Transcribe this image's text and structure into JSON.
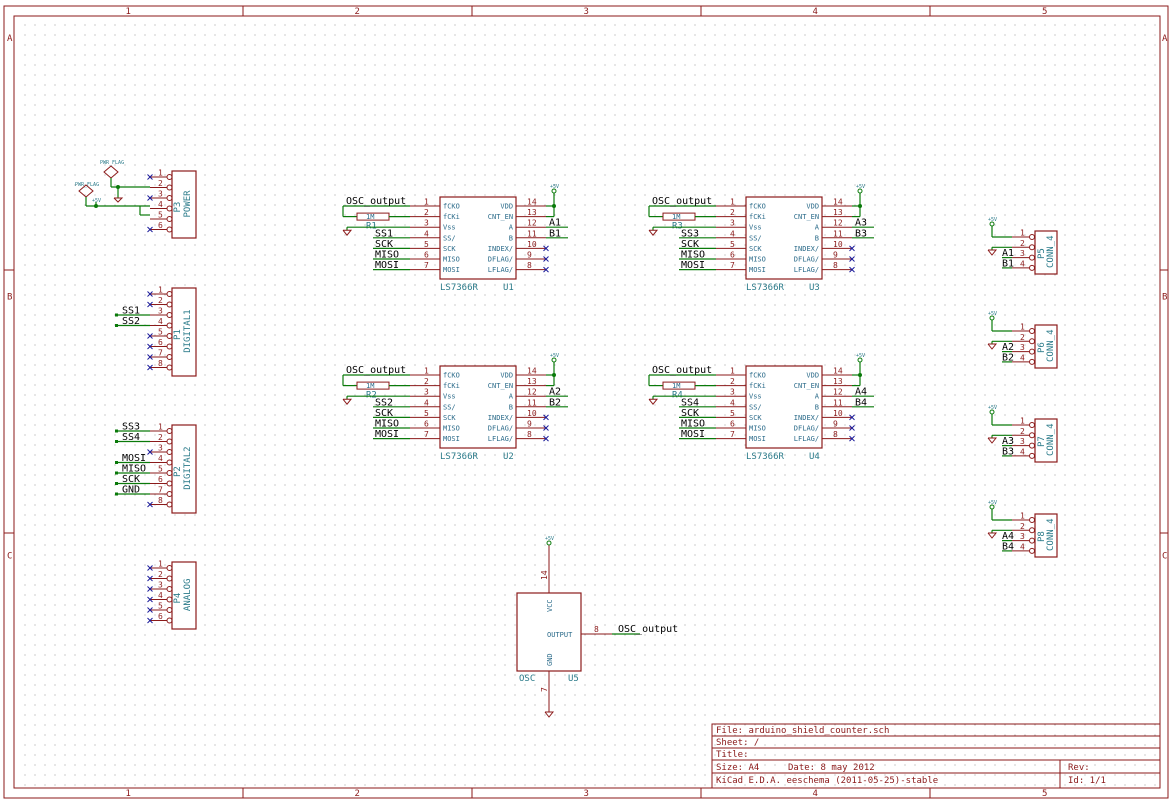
{
  "frame": {
    "columns": [
      "1",
      "2",
      "3",
      "4",
      "5"
    ],
    "rows": [
      "A",
      "B",
      "C"
    ]
  },
  "power_symbols": {
    "pwr_flag": "PWR_FLAG",
    "vcc": "+5V"
  },
  "connectors": {
    "p3": {
      "ref": "P3",
      "value": "POWER",
      "pins": [
        "1",
        "2",
        "3",
        "4",
        "5",
        "6"
      ]
    },
    "p1": {
      "ref": "P1",
      "value": "DIGITAL1",
      "pins": [
        "1",
        "2",
        "3",
        "4",
        "5",
        "6",
        "7",
        "8"
      ],
      "labels": [
        "SS1",
        "SS2"
      ]
    },
    "p2": {
      "ref": "P2",
      "value": "DIGITAL2",
      "pins": [
        "1",
        "2",
        "3",
        "4",
        "5",
        "6",
        "7",
        "8"
      ],
      "labels": [
        "SS3",
        "SS4",
        "MOSI",
        "MISO",
        "SCK",
        "GND"
      ]
    },
    "p4": {
      "ref": "P4",
      "value": "ANALOG",
      "pins": [
        "1",
        "2",
        "3",
        "4",
        "5",
        "6"
      ]
    },
    "conn4": [
      {
        "ref": "P5",
        "value": "CONN_4",
        "labels": [
          "A1",
          "B1"
        ]
      },
      {
        "ref": "P6",
        "value": "CONN_4",
        "labels": [
          "A2",
          "B2"
        ]
      },
      {
        "ref": "P7",
        "value": "CONN_4",
        "labels": [
          "A3",
          "B3"
        ]
      },
      {
        "ref": "P8",
        "value": "CONN_4",
        "labels": [
          "A4",
          "B4"
        ]
      }
    ],
    "conn4_pins": [
      "1",
      "2",
      "3",
      "4"
    ]
  },
  "counters": {
    "part": "LS7366R",
    "left_pin_names": [
      "fCKO",
      "fCKi",
      "Vss",
      "SS/",
      "SCK",
      "MISO",
      "MOSI"
    ],
    "left_pin_nums": [
      "1",
      "2",
      "3",
      "4",
      "5",
      "6",
      "7"
    ],
    "right_pin_names": [
      "VDD",
      "CNT_EN",
      "A",
      "B",
      "INDEX/",
      "DFLAG/",
      "LFLAG/"
    ],
    "right_pin_nums": [
      "14",
      "13",
      "12",
      "11",
      "10",
      "9",
      "8"
    ],
    "resistor_value": "1M",
    "osc_label": "OSC_output",
    "units": [
      {
        "ref": "U1",
        "res": "R1",
        "ss": "SS1",
        "a": "A1",
        "b": "B1"
      },
      {
        "ref": "U2",
        "res": "R2",
        "ss": "SS2",
        "a": "A2",
        "b": "B2"
      },
      {
        "ref": "U3",
        "res": "R3",
        "ss": "SS3",
        "a": "A3",
        "b": "B3"
      },
      {
        "ref": "U4",
        "res": "R4",
        "ss": "SS4",
        "a": "A4",
        "b": "B4"
      }
    ],
    "bus_labels": [
      "SCK",
      "MISO",
      "MOSI"
    ]
  },
  "oscillator": {
    "ref": "U5",
    "value": "OSC",
    "vcc_pin_name": "VCC",
    "gnd_pin_name": "GND",
    "out_pin_name": "OUTPUT",
    "vcc_pin": "14",
    "gnd_pin": "7",
    "out_pin": "8",
    "net": "OSC_output"
  },
  "title_block": {
    "file": "File: arduino_shield_counter.sch",
    "sheet": "Sheet: /",
    "title": "Title:",
    "size": "Size: A4",
    "date": "Date: 8 may 2012",
    "rev": "Rev:",
    "app": "KiCad E.D.A.  eeschema (2011-05-25)-stable",
    "id": "Id: 1/1"
  }
}
